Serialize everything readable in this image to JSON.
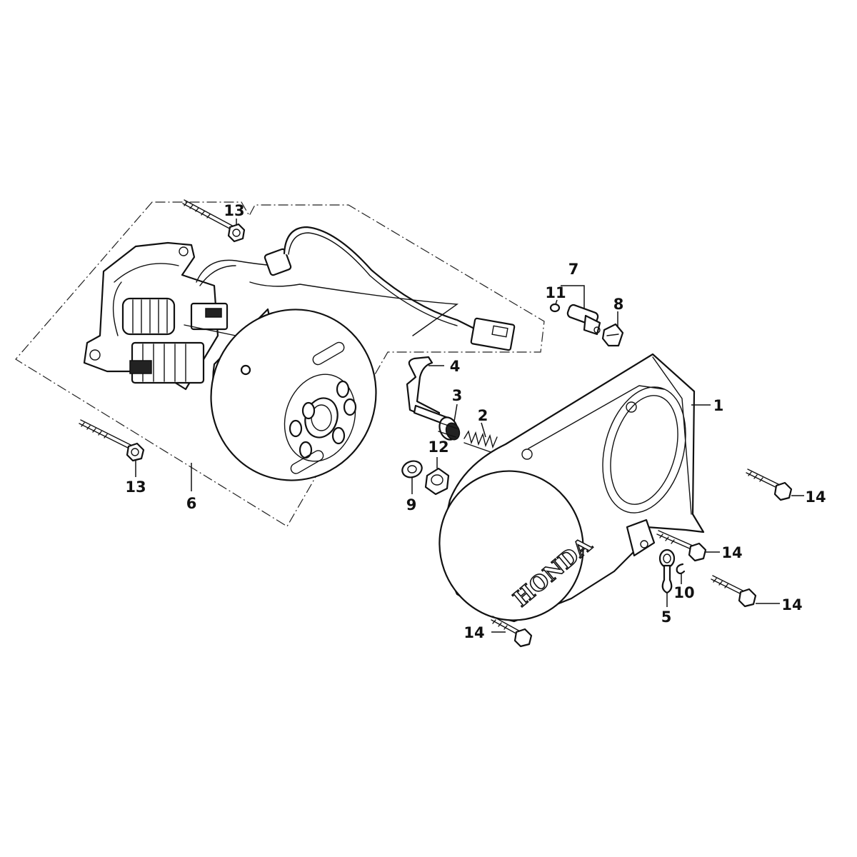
{
  "brand_logo_text": "HONDA",
  "callouts": [
    {
      "id": "1",
      "label": "1"
    },
    {
      "id": "2",
      "label": "2"
    },
    {
      "id": "3",
      "label": "3"
    },
    {
      "id": "4",
      "label": "4"
    },
    {
      "id": "5",
      "label": "5"
    },
    {
      "id": "6",
      "label": "6"
    },
    {
      "id": "7",
      "label": "7"
    },
    {
      "id": "8",
      "label": "8"
    },
    {
      "id": "9",
      "label": "9"
    },
    {
      "id": "10",
      "label": "10"
    },
    {
      "id": "11",
      "label": "11"
    },
    {
      "id": "12",
      "label": "12"
    },
    {
      "id": "13a",
      "label": "13"
    },
    {
      "id": "13b",
      "label": "13"
    },
    {
      "id": "14a",
      "label": "14"
    },
    {
      "id": "14b",
      "label": "14"
    },
    {
      "id": "14c",
      "label": "14"
    },
    {
      "id": "14d",
      "label": "14"
    }
  ]
}
